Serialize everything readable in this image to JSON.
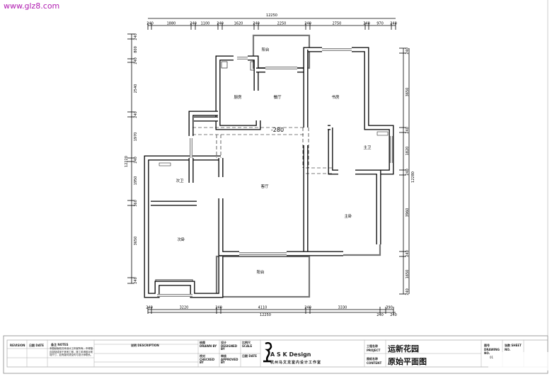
{
  "site_label": "www.glz8.com",
  "rooms": {
    "balcony_top": "阳台",
    "kitchen": "厨房",
    "dining": "餐厅",
    "study": "书房",
    "level_mark": "-280",
    "master_bath": "主卫",
    "second_bath": "次卫",
    "living": "客厅",
    "master_bedroom": "主卧",
    "second_bedroom": "次卧",
    "balcony_bottom": "阳台"
  },
  "dimensions": {
    "top_total": "12250",
    "top": [
      "240",
      "1880",
      "240",
      "1100",
      "240",
      "1620",
      "240",
      "2250",
      "240",
      "2750",
      "240",
      "970",
      "240"
    ],
    "bottom": [
      "240",
      "3220",
      "240",
      "4110",
      "240",
      "3330",
      "390"
    ],
    "bottom_lower": [
      "240",
      "240"
    ],
    "bottom_total": "12250",
    "left_total": "12220",
    "left": [
      "240",
      "800",
      "240",
      "2540",
      "240",
      "1970",
      "240",
      "1950",
      "360",
      "3650",
      "240"
    ],
    "right_total": "12280",
    "right": [
      "240",
      "3650",
      "240",
      "1820",
      "240",
      "3960",
      "240",
      "1650",
      "240"
    ]
  },
  "title_block": {
    "revision": "REVISION",
    "date": "日期 DATE",
    "notes": "备注 NOTES",
    "notes_text": "本图纸版权归本设计工作室所有，不得擅自复制或用于其他工程。施工前请核对现场尺寸，如有疑问请及时与设计师联系。",
    "description": "说明 DESCRIPTION",
    "drawn": "绘图 DRAWN BY",
    "designed": "设计 DESIGNED BY",
    "scale": "比例尺 SCALE",
    "checked": "校对 CHECKED BY",
    "approved": "审核 APPROVED BY",
    "date2": "日期 DATE",
    "company_en": "A S K Design",
    "company_cn": "杭州马文龙室内设计工作室",
    "project_label": "工程名称 PROJECT",
    "project": "运新花园",
    "content_label": "图纸名称 CONTENT",
    "content": "原始平面图",
    "drawing_no_label": "图号 DRAWING NO.",
    "drawing_no": "01",
    "sheet_no_label": "张数 SHEET NO."
  }
}
